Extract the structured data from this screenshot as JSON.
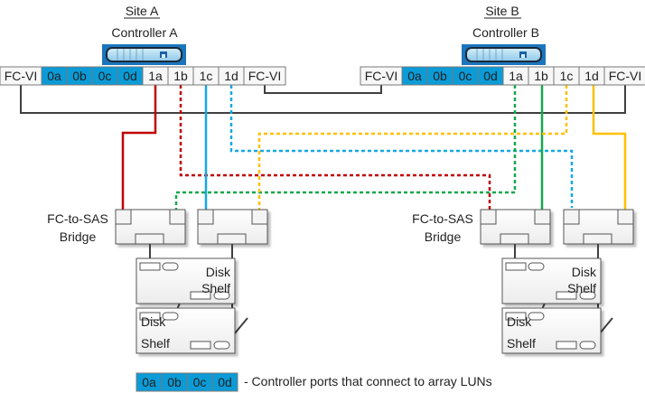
{
  "sites": [
    {
      "id": "a",
      "site_label": "Site A",
      "controller_label": "Controller A",
      "ports": [
        "FC-VI",
        "0a",
        "0b",
        "0c",
        "0d",
        "1a",
        "1b",
        "1c",
        "1d",
        "FC-VI"
      ],
      "bridge_label_line1": "FC-to-SAS",
      "bridge_label_line2": "Bridge",
      "shelves": [
        {
          "line1": "Disk",
          "line2": "Shelf"
        },
        {
          "line1": "Disk",
          "line2": "Shelf"
        }
      ]
    },
    {
      "id": "b",
      "site_label": "Site B",
      "controller_label": "Controller B",
      "ports": [
        "FC-VI",
        "0a",
        "0b",
        "0c",
        "0d",
        "1a",
        "1b",
        "1c",
        "1d",
        "FC-VI"
      ],
      "bridge_label_line1": "FC-to-SAS",
      "bridge_label_line2": "Bridge",
      "shelves": [
        {
          "line1": "Disk",
          "line2": "Shelf"
        },
        {
          "line1": "Disk",
          "line2": "Shelf"
        }
      ]
    }
  ],
  "array_lun_ports": [
    "0a",
    "0b",
    "0c",
    "0d"
  ],
  "legend": {
    "ports": [
      "0a",
      "0b",
      "0c",
      "0d"
    ],
    "text": "- Controller ports that connect to array LUNs"
  },
  "colors": {
    "array_port_fill": "#0b9bd7",
    "port_fill": "#f7f7f7",
    "controller_bezel": "#1b75bc",
    "red": "#c00000",
    "blue": "#17a8e0",
    "green": "#14a84b",
    "orange": "#ffc000",
    "gray_cable": "#404040"
  },
  "cables": [
    {
      "from": "Controller A 1a",
      "to": "Site A bridge 1",
      "color": "red",
      "style": "solid"
    },
    {
      "from": "Controller A 1b",
      "to": "Site B bridge 1",
      "color": "red",
      "style": "dashed"
    },
    {
      "from": "Controller A 1c",
      "to": "Site A bridge 2",
      "color": "blue",
      "style": "solid"
    },
    {
      "from": "Controller A 1d",
      "to": "Site B bridge 2",
      "color": "blue",
      "style": "dashed"
    },
    {
      "from": "Controller B 1a",
      "to": "Site A bridge 1",
      "color": "green",
      "style": "dashed"
    },
    {
      "from": "Controller B 1b",
      "to": "Site B bridge 1",
      "color": "green",
      "style": "solid"
    },
    {
      "from": "Controller B 1c",
      "to": "Site A bridge 2",
      "color": "orange",
      "style": "dashed"
    },
    {
      "from": "Controller B 1d",
      "to": "Site B bridge 2",
      "color": "orange",
      "style": "solid"
    },
    {
      "from": "Controller A FC-VI (left)",
      "to": "Controller B FC-VI (right)",
      "color": "gray_cable",
      "style": "solid"
    },
    {
      "from": "Controller A FC-VI (right)",
      "to": "Controller B FC-VI (left)",
      "color": "gray_cable",
      "style": "solid"
    }
  ]
}
